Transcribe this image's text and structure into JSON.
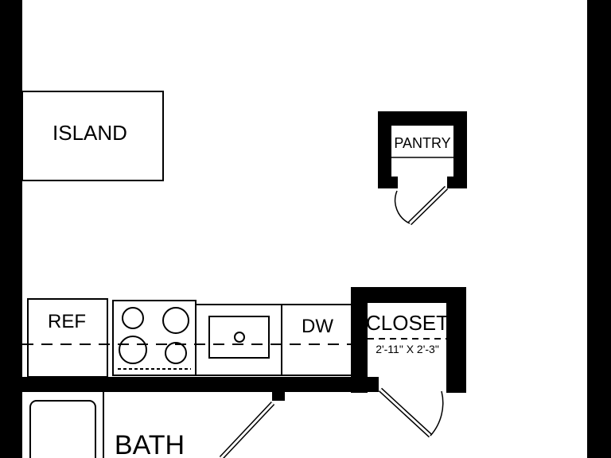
{
  "colors": {
    "wall": "#000000",
    "background": "#ffffff"
  },
  "rooms": {
    "island": "ISLAND",
    "pantry": "PANTRY",
    "closet": "CLOSET",
    "closet_size": "2'-11\" X 2'-3\"",
    "bath": "BATH"
  },
  "fixtures": {
    "ref": "REF",
    "dw": "DW",
    "range_icon": "stove-burners-icon",
    "sink_icon": "sink-icon",
    "tub_icon": "bathtub-icon"
  }
}
